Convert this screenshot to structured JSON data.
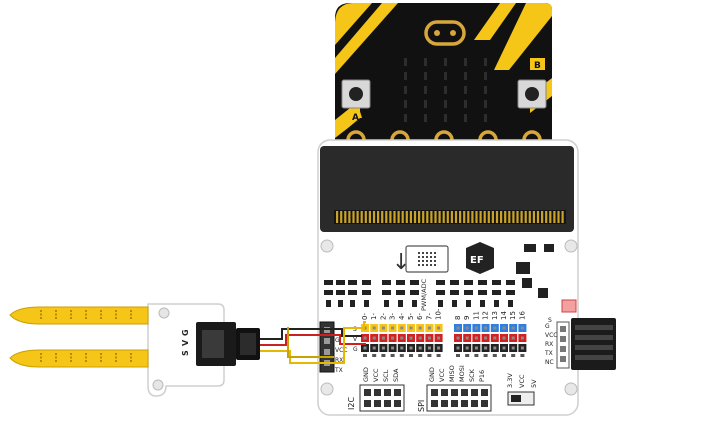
{
  "microbit": {
    "button_a_label": "A",
    "button_b_label": "B",
    "accent_color": "#f5c518",
    "board_color": "#111111",
    "gold_color": "#d8a73a"
  },
  "expansion_board": {
    "board_color": "#ffffff",
    "pin_row_top_left": [
      "0",
      "1",
      "2",
      "3",
      "4",
      "5",
      "6",
      "7",
      "10"
    ],
    "pin_row_top_right": [
      "8",
      "9",
      "11",
      "12",
      "13",
      "14",
      "15",
      "16"
    ],
    "pwm_adc_label": "PWM/ADC",
    "row_labels": [
      "S",
      "V",
      "G"
    ],
    "i2c_pins": [
      "GND",
      "VCC",
      "SCL",
      "SDA"
    ],
    "i2c_label": "I2C",
    "spi_pins": [
      "GND",
      "VCC",
      "MISO",
      "MOSI",
      "SCK",
      "P16"
    ],
    "spi_label": "SPI",
    "power_labels": [
      "3.3V",
      "VCC",
      "5V"
    ],
    "uart_left_labels": [
      "TX",
      "RX",
      "VCC",
      "G"
    ],
    "uart_right_labels": [
      "G",
      "VCC",
      "RX",
      "TX",
      "NC"
    ],
    "header_right_label": "S",
    "arrow_symbol": "↓",
    "logo_text": "EF",
    "signal_color": "#f5c518",
    "power_color": "#d42020",
    "ground_color": "#222222",
    "digital_color": "#2f7fe0"
  },
  "sensor": {
    "pin_labels": [
      "G",
      "V",
      "S"
    ],
    "probe_color": "#f5c518",
    "connector_color": "#1a1a1a"
  },
  "wires": {
    "signal_color": "#e6b800",
    "power_color": "#cc2020",
    "ground_color": "#222222"
  }
}
